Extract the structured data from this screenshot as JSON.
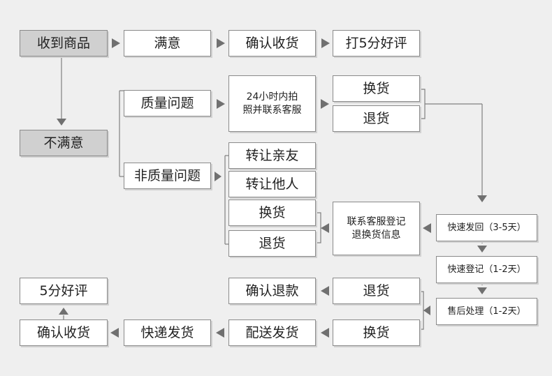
{
  "nodes": {
    "receive_goods": "收到商品",
    "satisfied": "满意",
    "confirm_receipt_top": "确认收货",
    "five_star_top": "打5分好评",
    "quality_issue": "质量问题",
    "contact_24h": "24小时内拍\n照并联系客服",
    "exchange_q": "换货",
    "return_q": "退货",
    "not_satisfied": "不满意",
    "non_quality_issue": "非质量问题",
    "transfer_friends": "转让亲友",
    "transfer_others": "转让他人",
    "exchange_nq": "换货",
    "return_nq": "退货",
    "register_info": "联系客服登记\n退换货信息",
    "ship_back": "快速发回（3-5天）",
    "fast_register": "快速登记（1-2天）",
    "after_sales": "售后处理（1-2天）",
    "return_final": "退货",
    "confirm_refund": "确认退款",
    "exchange_final": "换货",
    "delivery": "配送发货",
    "express": "快递发货",
    "confirm_receipt_bottom": "确认收货",
    "five_star_bottom": "5分好评"
  },
  "colors": {
    "background": "#efefef",
    "box": "#ffffff",
    "box_highlight": "#d0d0d0",
    "border": "#8a8a8a",
    "line": "#7f7f7f"
  }
}
